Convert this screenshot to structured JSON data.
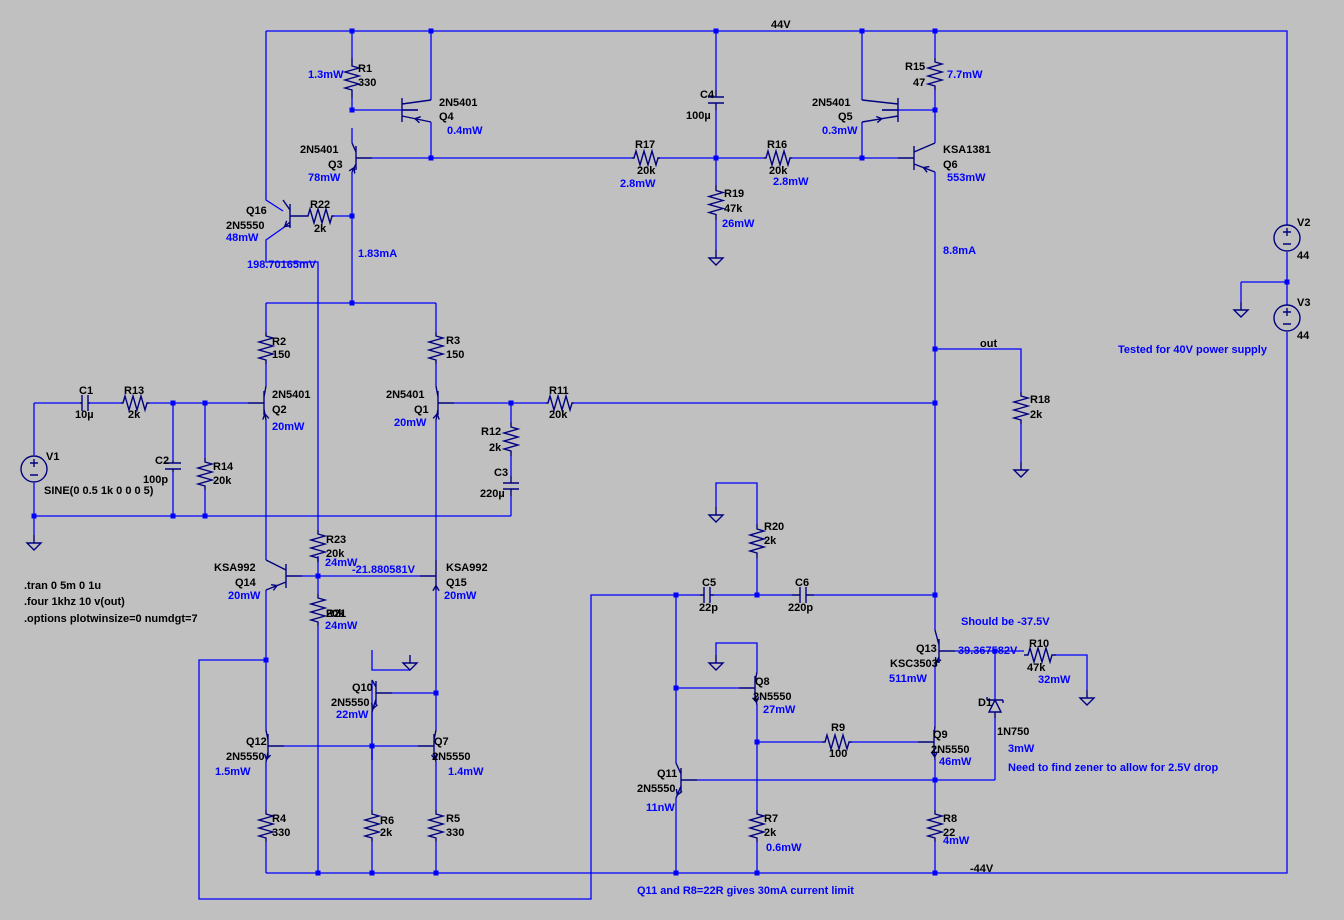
{
  "rails": {
    "pos": "44V",
    "neg": "-44V",
    "out": "out"
  },
  "components": {
    "R1": {
      "name": "R1",
      "value": "330",
      "power": "1.3mW"
    },
    "R2": {
      "name": "R2",
      "value": "150"
    },
    "R3": {
      "name": "R3",
      "value": "150"
    },
    "R4": {
      "name": "R4",
      "value": "330"
    },
    "R5": {
      "name": "R5",
      "value": "330"
    },
    "R6": {
      "name": "R6",
      "value": "2k"
    },
    "R7": {
      "name": "R7",
      "value": "2k",
      "power": "0.6mW"
    },
    "R8": {
      "name": "R8",
      "value": "22",
      "power": "4mW"
    },
    "R9": {
      "name": "R9",
      "value": "100"
    },
    "R10": {
      "name": "R10",
      "value": "47k",
      "power": "32mW"
    },
    "R11": {
      "name": "R11",
      "value": "20k"
    },
    "R12": {
      "name": "R12",
      "value": "2k"
    },
    "R13": {
      "name": "R13",
      "value": "2k"
    },
    "R14": {
      "name": "R14",
      "value": "20k"
    },
    "R15": {
      "name": "R15",
      "value": "47",
      "power": "7.7mW"
    },
    "R16": {
      "name": "R16",
      "value": "20k",
      "power": "2.8mW"
    },
    "R17": {
      "name": "R17",
      "value": "20k",
      "power": "2.8mW"
    },
    "R18": {
      "name": "R18",
      "value": "2k"
    },
    "R19": {
      "name": "R19",
      "value": "47k",
      "power": "26mW"
    },
    "R20": {
      "name": "R20",
      "value": "2k"
    },
    "R21": {
      "name": "R21",
      "value": "20k",
      "power": "24mW"
    },
    "R22": {
      "name": "R22",
      "value": "2k"
    },
    "R23": {
      "name": "R23",
      "value": "20k",
      "power": "24mW"
    },
    "C1": {
      "name": "C1",
      "value": "10µ"
    },
    "C2": {
      "name": "C2",
      "value": "100p"
    },
    "C3": {
      "name": "C3",
      "value": "220µ"
    },
    "C4": {
      "name": "C4",
      "value": "100µ"
    },
    "C5": {
      "name": "C5",
      "value": "22p"
    },
    "C6": {
      "name": "C6",
      "value": "220p"
    },
    "Q1": {
      "name": "Q1",
      "part": "2N5401",
      "power": "20mW"
    },
    "Q2": {
      "name": "Q2",
      "part": "2N5401",
      "power": "20mW"
    },
    "Q3": {
      "name": "Q3",
      "part": "2N5401",
      "power": "78mW"
    },
    "Q4": {
      "name": "Q4",
      "part": "2N5401",
      "power": "0.4mW"
    },
    "Q5": {
      "name": "Q5",
      "part": "2N5401",
      "power": "0.3mW"
    },
    "Q6": {
      "name": "Q6",
      "part": "KSA1381",
      "power": "553mW"
    },
    "Q7": {
      "name": "Q7",
      "part": "2N5550",
      "power": "1.4mW"
    },
    "Q8": {
      "name": "Q8",
      "part": "2N5550",
      "power": "27mW"
    },
    "Q9": {
      "name": "Q9",
      "part": "2N5550",
      "power": "46mW"
    },
    "Q10": {
      "name": "Q10",
      "part": "2N5550",
      "power": "22mW"
    },
    "Q11": {
      "name": "Q11",
      "part": "2N5550",
      "power": "11nW"
    },
    "Q12": {
      "name": "Q12",
      "part": "2N5550",
      "power": "1.5mW"
    },
    "Q13": {
      "name": "Q13",
      "part": "KSC3503",
      "power": "511mW"
    },
    "Q14": {
      "name": "Q14",
      "part": "KSA992",
      "power": "20mW"
    },
    "Q15": {
      "name": "Q15",
      "part": "KSA992",
      "power": "20mW"
    },
    "Q16": {
      "name": "Q16",
      "part": "2N5550",
      "power": "48mW"
    },
    "D1": {
      "name": "D1",
      "part": "1N750",
      "power": "3mW"
    },
    "V1": {
      "name": "V1",
      "value": "SINE(0 0.5 1k 0 0 0 5)"
    },
    "V2": {
      "name": "V2",
      "value": "44"
    },
    "V3": {
      "name": "V3",
      "value": "44"
    }
  },
  "probes": {
    "v_q16": "198.70165mV",
    "v_mid": "-21.880581V",
    "v_q13": "39.367582V",
    "i_q3": "1.83mA",
    "i_q6": "8.8mA"
  },
  "directives": [
    ".tran 0 5m 0 1u",
    ".four 1khz 10 v(out)",
    ".options plotwinsize=0 numdgt=7"
  ],
  "notes": {
    "supply": "Tested for 40V power supply",
    "should_be": "Should be -37.5V",
    "zener": "Need to find zener to allow for 2.5V drop",
    "limit": "Q11 and R8=22R gives 30mA current limit"
  }
}
